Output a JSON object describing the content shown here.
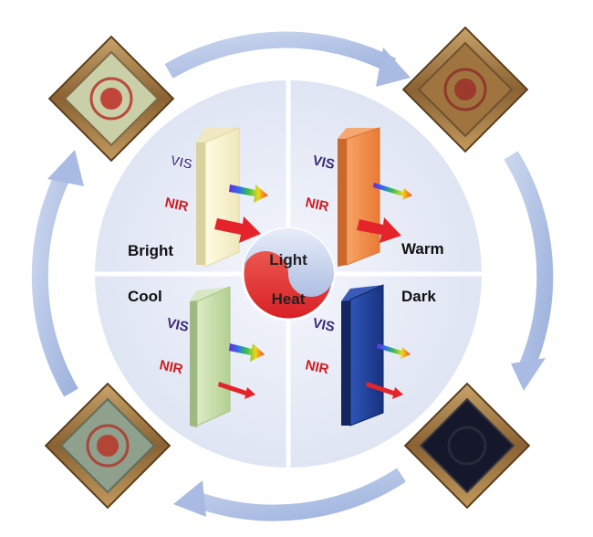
{
  "quadrants": {
    "bright": {
      "label": "Bright"
    },
    "warm": {
      "label": "Warm"
    },
    "cool": {
      "label": "Cool"
    },
    "dark": {
      "label": "Dark"
    }
  },
  "center": {
    "top_label": "Light",
    "bottom_label": "Heat"
  },
  "radiation": {
    "vis": "VIS",
    "nir": "NIR"
  },
  "colors": {
    "bright_panel": "#f7f3d2",
    "warm_panel": "#f08a45",
    "cool_panel": "#c5dcaa",
    "dark_panel": "#1f3f96",
    "nir_arrow": "#e5232a",
    "disc_bg": "#e6eaf6",
    "ring_arrow": "#b4c4e4",
    "heat": "#e63030",
    "light": "#c9d6ee"
  },
  "samples": {
    "top_left": "bright-sample-icon",
    "top_right": "warm-sample-icon",
    "bottom_right": "dark-sample-icon",
    "bottom_left": "cool-sample-icon"
  }
}
